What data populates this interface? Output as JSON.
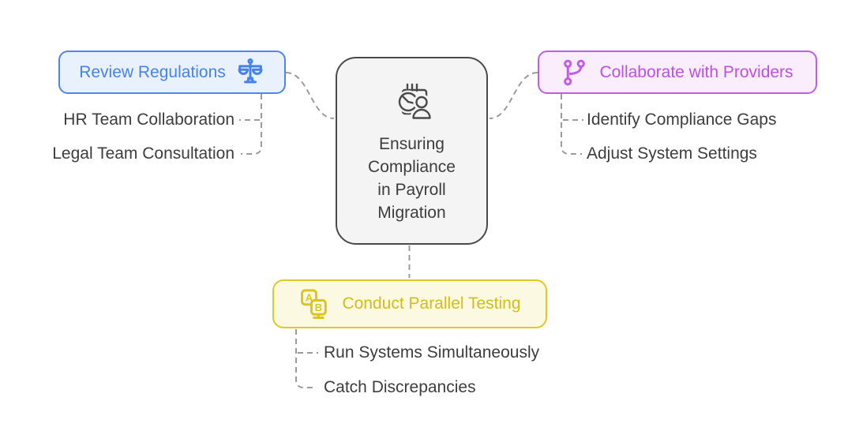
{
  "diagram": {
    "title": "Ensuring Compliance in Payroll Migration",
    "center": {
      "icon": "calendar-report-person-icon",
      "lines": [
        "Ensuring",
        "Compliance",
        "in Payroll",
        "Migration"
      ],
      "bg": "#f4f4f4",
      "border_color": "#4a4a4a",
      "text_color": "#3d3d3d"
    },
    "branches": [
      {
        "label": "Review Regulations",
        "icon": "balance-scale-icon",
        "accent": "#4583ec",
        "border_color": "#4c86ee",
        "bg": "#e9f1fd",
        "children": [
          "HR Team Collaboration",
          "Legal Team Consultation"
        ]
      },
      {
        "label": "Collaborate with Providers",
        "icon": "git-branch-icon",
        "accent": "#bc4fe4",
        "border_color": "#c35ae8",
        "bg": "#faeefd",
        "children": [
          "Identify Compliance Gaps",
          "Adjust System Settings"
        ]
      },
      {
        "label": "Conduct Parallel Testing",
        "icon": "ab-testing-icon",
        "icon_letters": [
          "A",
          "B"
        ],
        "accent": "#d5bd13",
        "border_color": "#e0ca21",
        "bg": "#fcf9e2",
        "children": [
          "Run Systems Simultaneously",
          "Catch Discrepancies"
        ]
      }
    ],
    "connector_color": "#9b9b9b",
    "subtext_color": "#3d3d3d"
  }
}
